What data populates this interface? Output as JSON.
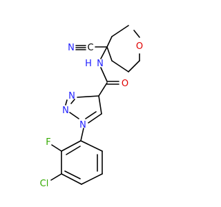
{
  "molecule": {
    "atoms": [
      {
        "id": "O_pyran",
        "symbol": "O",
        "color": "#e00000"
      },
      {
        "id": "N_nitrile",
        "symbol": "N",
        "color": "#2020ff"
      },
      {
        "id": "C_nitrile",
        "symbol": "C",
        "color": "#000000"
      },
      {
        "id": "NH_amide",
        "symbol": "N",
        "color": "#2020ff"
      },
      {
        "id": "H_amide",
        "symbol": "H",
        "color": "#2020ff"
      },
      {
        "id": "O_carbonyl",
        "symbol": "O",
        "color": "#e00000"
      },
      {
        "id": "N1_triazole",
        "symbol": "N",
        "color": "#2020ff"
      },
      {
        "id": "N2_triazole",
        "symbol": "N",
        "color": "#2020ff"
      },
      {
        "id": "N3_triazole",
        "symbol": "N",
        "color": "#2020ff"
      },
      {
        "id": "F",
        "symbol": "F",
        "color": "#33aa00"
      },
      {
        "id": "Cl",
        "symbol": "Cl",
        "color": "#33aa00"
      }
    ]
  }
}
